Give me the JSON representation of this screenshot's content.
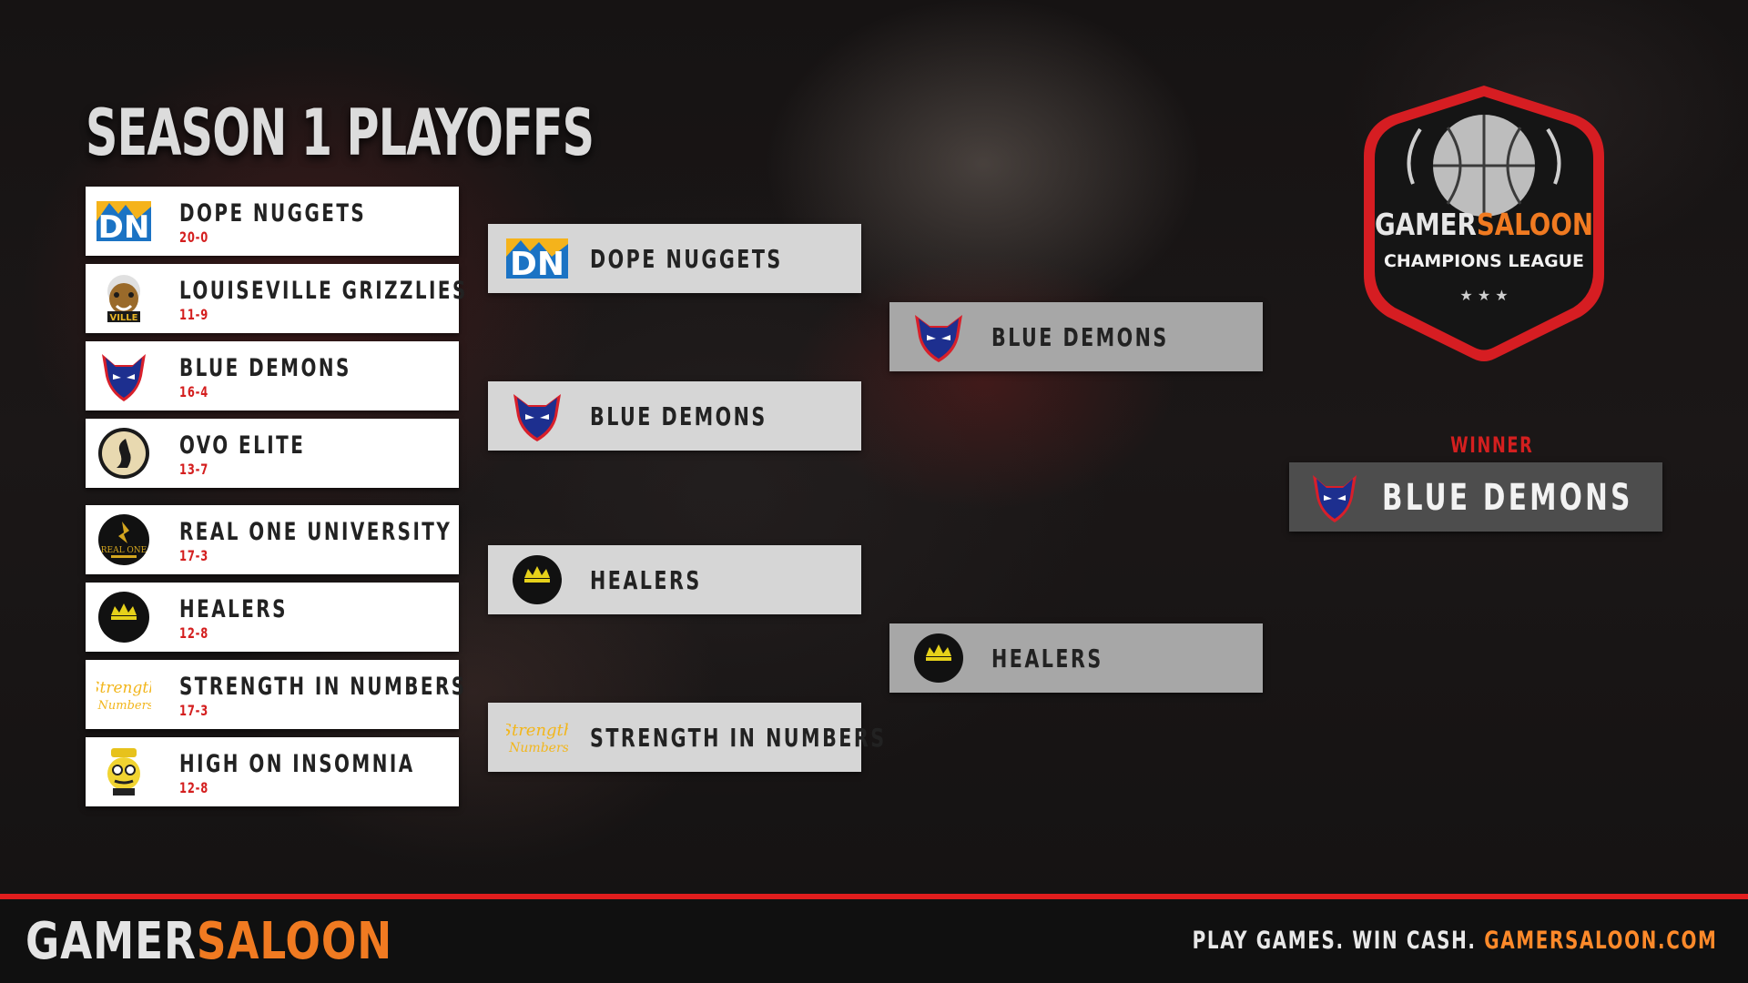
{
  "title": "SEASON 1 PLAYOFFS",
  "seeds": [
    {
      "name": "DOPE NUGGETS",
      "record": "20-0",
      "icon": "dope-nuggets-logo"
    },
    {
      "name": "LOUISEVILLE GRIZZLIES",
      "record": "11-9",
      "icon": "louiseville-grizzlies-logo"
    },
    {
      "name": "BLUE DEMONS",
      "record": "16-4",
      "icon": "blue-demons-logo"
    },
    {
      "name": "OVO ELITE",
      "record": "13-7",
      "icon": "ovo-elite-logo"
    },
    {
      "name": "REAL ONE UNIVERSITY",
      "record": "17-3",
      "icon": "real-one-university-logo"
    },
    {
      "name": "HEALERS",
      "record": "12-8",
      "icon": "healers-logo"
    },
    {
      "name": "STRENGTH IN NUMBERS",
      "record": "17-3",
      "icon": "strength-in-numbers-logo"
    },
    {
      "name": "HIGH ON INSOMNIA",
      "record": "12-8",
      "icon": "high-on-insomnia-logo"
    }
  ],
  "round2": [
    {
      "name": "DOPE NUGGETS"
    },
    {
      "name": "BLUE DEMONS"
    },
    {
      "name": "HEALERS"
    },
    {
      "name": "STRENGTH IN NUMBERS"
    }
  ],
  "round3": [
    {
      "name": "BLUE DEMONS"
    },
    {
      "name": "HEALERS"
    }
  ],
  "badge": {
    "brand_left": "GAMER",
    "brand_right": "SALOON",
    "league": "CHAMPIONS LEAGUE"
  },
  "winner": {
    "label": "WINNER",
    "name": "BLUE DEMONS"
  },
  "footer": {
    "brand_left": "GAMER",
    "brand_right": "SALOON",
    "tagline": "PLAY GAMES. WIN CASH.",
    "url": "GAMERSALOON.COM"
  },
  "colors": {
    "accent_red": "#e11d1d",
    "accent_orange": "#f07a21",
    "record_red": "#d41f1f"
  }
}
